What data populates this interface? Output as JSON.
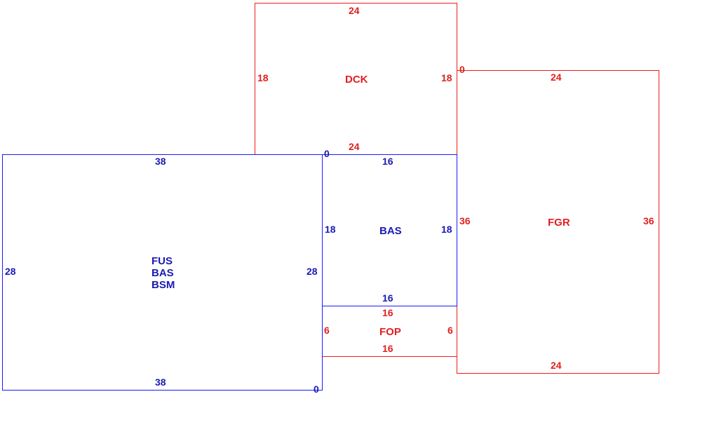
{
  "colors": {
    "blue_room": "#1a1aff",
    "red_room": "#ee1c1c",
    "blue_text": "#1a1ab4",
    "red_text": "#e02020"
  },
  "rooms": {
    "dck": {
      "name": "DCK",
      "top": "24",
      "left": "18",
      "right": "18",
      "bottom": "24",
      "corner": "0"
    },
    "fgr": {
      "name": "FGR",
      "top": "24",
      "left": "36",
      "right": "36",
      "bottom": "24"
    },
    "fus": {
      "names": [
        "FUS",
        "BAS",
        "BSM"
      ],
      "top": "38",
      "left": "28",
      "right": "28",
      "bottom": "38",
      "corner_top": "0",
      "corner_bottom": "0"
    },
    "bas": {
      "name": "BAS",
      "top": "16",
      "left": "18",
      "right": "18",
      "bottom": "16"
    },
    "fop": {
      "name": "FOP",
      "top": "16",
      "left": "6",
      "right": "6",
      "bottom": "16"
    }
  }
}
